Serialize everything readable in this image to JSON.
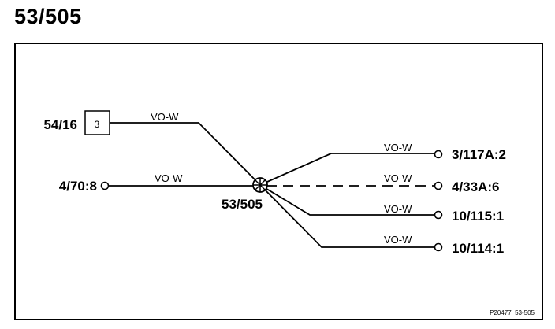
{
  "title": "53/505",
  "splice": {
    "label": "53/505"
  },
  "connector_box": {
    "label": "54/16",
    "pin": "3",
    "wire": "VO-W"
  },
  "inputs": [
    {
      "label": "4/70:8",
      "wire": "VO-W"
    }
  ],
  "outputs": [
    {
      "label": "3/117A:2",
      "wire": "VO-W",
      "style": "solid"
    },
    {
      "label": "4/33A:6",
      "wire": "VO-W",
      "style": "dashed"
    },
    {
      "label": "10/115:1",
      "wire": "VO-W",
      "style": "solid"
    },
    {
      "label": "10/114:1",
      "wire": "VO-W",
      "style": "solid"
    }
  ],
  "footer": {
    "ref": "P20477  53-505"
  }
}
